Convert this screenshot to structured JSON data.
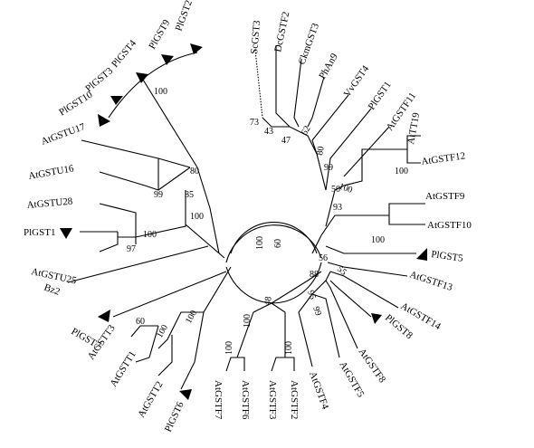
{
  "tree": {
    "leaves": [
      {
        "id": "l_plgst2",
        "label": "PlGST2",
        "marker": true
      },
      {
        "id": "l_plgst9",
        "label": "PlGST9",
        "marker": true
      },
      {
        "id": "l_plgst4",
        "label": "PlGST4",
        "marker": true
      },
      {
        "id": "l_plgst3",
        "label": "PlGST3",
        "marker": true
      },
      {
        "id": "l_plgst10",
        "label": "PlGST10",
        "marker": true
      },
      {
        "id": "l_atgstu17",
        "label": "AtGSTU17",
        "marker": false
      },
      {
        "id": "l_atgstu16",
        "label": "AtGSTU16",
        "marker": false
      },
      {
        "id": "l_atgstu28",
        "label": "AtGSTU28",
        "marker": false
      },
      {
        "id": "l_plgst1",
        "label": "PlGST1",
        "marker": true
      },
      {
        "id": "l_atgstu25",
        "label": "AtGSTU25",
        "marker": false
      },
      {
        "id": "l_bz2",
        "label": "Bz2",
        "marker": false
      },
      {
        "id": "l_plgst7",
        "label": "PlGST7",
        "marker": true
      },
      {
        "id": "l_atgstt3",
        "label": "AtGSTT3",
        "marker": false
      },
      {
        "id": "l_atgstt1",
        "label": "AtGSTT1",
        "marker": false
      },
      {
        "id": "l_atgstt2",
        "label": "AtGSTT2",
        "marker": false
      },
      {
        "id": "l_plgst6",
        "label": "PlGST6",
        "marker": true
      },
      {
        "id": "l_atgstf7",
        "label": "AtGSTF7",
        "marker": false
      },
      {
        "id": "l_atgstf6",
        "label": "AtGSTF6",
        "marker": false
      },
      {
        "id": "l_atgstf3",
        "label": "AtGSTF3",
        "marker": false
      },
      {
        "id": "l_atgstf2",
        "label": "AtGSTF2",
        "marker": false
      },
      {
        "id": "l_atgstf4",
        "label": "AtGSTF4",
        "marker": false
      },
      {
        "id": "l_atgstf5",
        "label": "AtGSTF5",
        "marker": false
      },
      {
        "id": "l_atgstf8",
        "label": "AtGSTF8",
        "marker": false
      },
      {
        "id": "l_plgst8",
        "label": "PlGST8",
        "marker": true
      },
      {
        "id": "l_atgstf14",
        "label": "AtGSTF14",
        "marker": false
      },
      {
        "id": "l_atgstf13",
        "label": "AtGSTF13",
        "marker": false
      },
      {
        "id": "l_plgst5",
        "label": "PlGST5",
        "marker": true
      },
      {
        "id": "l_atgstf10",
        "label": "AtGSTF10",
        "marker": false
      },
      {
        "id": "l_atgstf9",
        "label": "AtGSTF9",
        "marker": false
      },
      {
        "id": "l_atgstf12",
        "label": "AtGSTF12",
        "marker": false
      },
      {
        "id": "l_attt19",
        "label": "AtTT19",
        "marker": false
      },
      {
        "id": "l_atgstf11",
        "label": "AtGSTF11",
        "marker": false
      },
      {
        "id": "l_plgst",
        "label": "PlGST1",
        "marker": false
      },
      {
        "id": "l_vvgst4",
        "label": "VvGST4",
        "marker": false
      },
      {
        "id": "l_phan9",
        "label": "PhAn9",
        "marker": false
      },
      {
        "id": "l_ckmgst3",
        "label": "CkmGST3",
        "marker": false
      },
      {
        "id": "l_dcgstf2",
        "label": "DcGSTF2",
        "marker": false
      },
      {
        "id": "l_scgst3",
        "label": "ScGST3",
        "marker": false
      }
    ],
    "bootstrap": [
      {
        "id": "b_plgst_clade",
        "value": "100"
      },
      {
        "id": "b_u16_u17",
        "value": "99"
      },
      {
        "id": "b_tau_a",
        "value": "80"
      },
      {
        "id": "b_tau_b",
        "value": "85"
      },
      {
        "id": "b_u25_pl1",
        "value": "97"
      },
      {
        "id": "b_u28_grp",
        "value": "100"
      },
      {
        "id": "b_tau_c",
        "value": "100"
      },
      {
        "id": "b_root_left",
        "value": "100"
      },
      {
        "id": "b_root_right",
        "value": "60"
      },
      {
        "id": "b_theta_a",
        "value": "60"
      },
      {
        "id": "b_theta_b",
        "value": "100"
      },
      {
        "id": "b_theta_c",
        "value": "100"
      },
      {
        "id": "b_f7_f6",
        "value": "100"
      },
      {
        "id": "b_f7_f6_outer",
        "value": "100"
      },
      {
        "id": "b_f3_f2",
        "value": "100"
      },
      {
        "id": "b_f_lower",
        "value": "48"
      },
      {
        "id": "b_f4_f5",
        "value": "99"
      },
      {
        "id": "b_f_mid",
        "value": "95"
      },
      {
        "id": "b_f8_pl8",
        "value": "88"
      },
      {
        "id": "b_f14_grp",
        "value": "55"
      },
      {
        "id": "b_f13_grp",
        "value": "56"
      },
      {
        "id": "b_f9_f10",
        "value": "100"
      },
      {
        "id": "b_phi_a",
        "value": "93"
      },
      {
        "id": "b_phi_b",
        "value": "50"
      },
      {
        "id": "b_tt19_f12",
        "value": "100"
      },
      {
        "id": "b_f11_grp",
        "value": "100"
      },
      {
        "id": "b_phi_c",
        "value": "99"
      },
      {
        "id": "b_phi_d",
        "value": "80"
      },
      {
        "id": "b_phi_e",
        "value": "47"
      },
      {
        "id": "b_phi_f",
        "value": "62"
      },
      {
        "id": "b_phi_g",
        "value": "43"
      },
      {
        "id": "b_phi_h",
        "value": "73"
      }
    ]
  }
}
